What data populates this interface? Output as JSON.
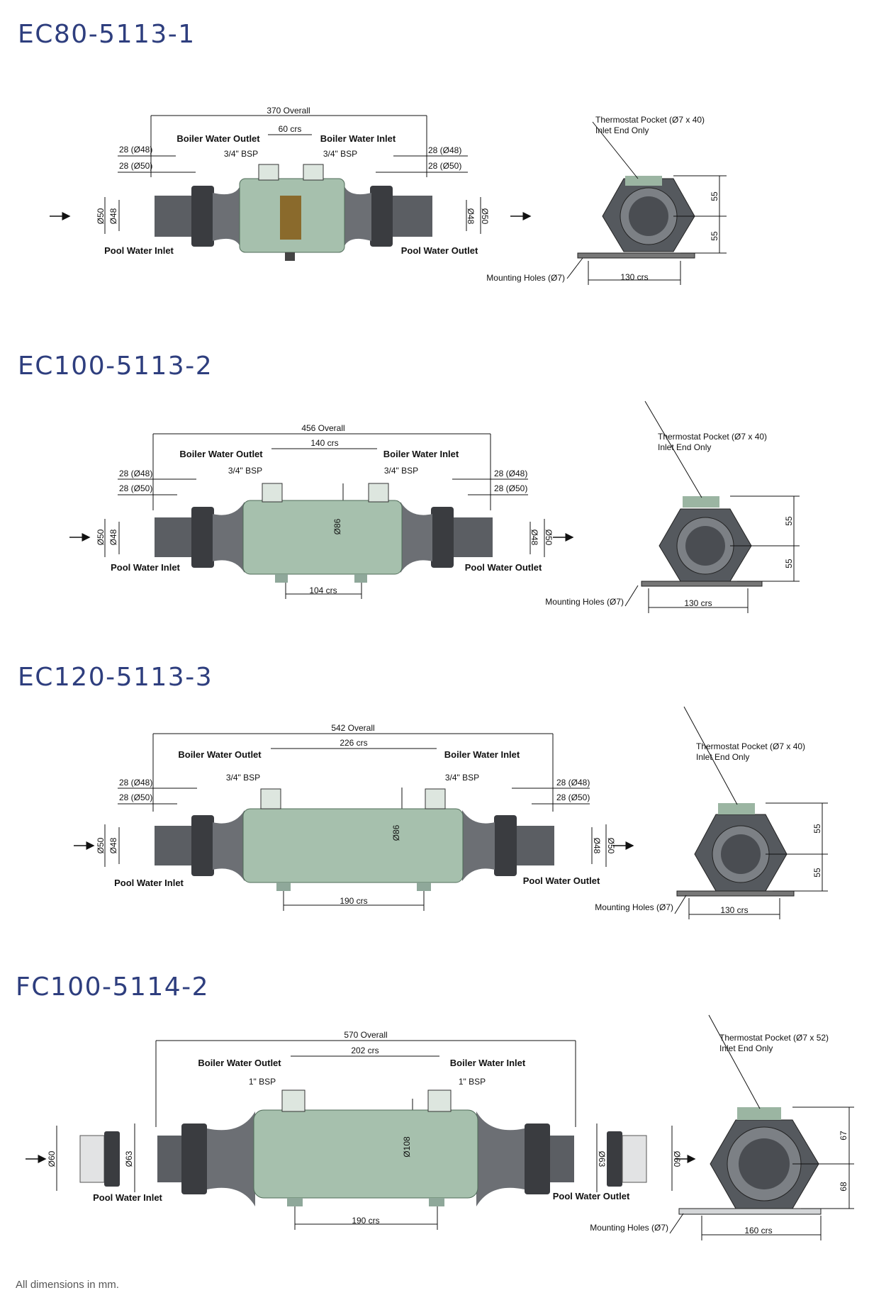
{
  "colors": {
    "title": "#2e3e7e",
    "body_green": "#a6c0ad",
    "pipe_grey": "#5b5e63",
    "dark": "#3a3c40"
  },
  "models": [
    {
      "title": "EC80-5113-1",
      "overall": "370 Overall",
      "crs": "60 crs",
      "boiler_outlet": "Boiler Water Outlet",
      "boiler_inlet": "Boiler Water Inlet",
      "bsp_left": "3/4\" BSP",
      "bsp_right": "3/4\" BSP",
      "d48_left": "28 (Ø48)",
      "d50_left": "28 (Ø50)",
      "d48_right": "28 (Ø48)",
      "d50_right": "28 (Ø50)",
      "dia_outer_l": "Ø50",
      "dia_inner_l": "Ø48",
      "dia_inner_r": "Ø48",
      "dia_outer_r": "Ø50",
      "body_dia": "",
      "foot_crs": "",
      "pool_inlet": "Pool Water Inlet",
      "pool_outlet": "Pool Water Outlet",
      "thermostat": "Thermostat Pocket (Ø7 x 40)",
      "inlet_end": "Inlet End Only",
      "mounting": "Mounting Holes (Ø7)",
      "base_crs": "130 crs",
      "h_top": "55",
      "h_bottom": "55"
    },
    {
      "title": "EC100-5113-2",
      "overall": "456 Overall",
      "crs": "140 crs",
      "boiler_outlet": "Boiler Water Outlet",
      "boiler_inlet": "Boiler Water Inlet",
      "bsp_left": "3/4\" BSP",
      "bsp_right": "3/4\" BSP",
      "d48_left": "28 (Ø48)",
      "d50_left": "28 (Ø50)",
      "d48_right": "28 (Ø48)",
      "d50_right": "28 (Ø50)",
      "dia_outer_l": "Ø50",
      "dia_inner_l": "Ø48",
      "dia_inner_r": "Ø48",
      "dia_outer_r": "Ø50",
      "body_dia": "Ø86",
      "foot_crs": "104 crs",
      "pool_inlet": "Pool Water Inlet",
      "pool_outlet": "Pool Water Outlet",
      "thermostat": "Thermostat Pocket (Ø7 x 40)",
      "inlet_end": "Inlet End Only",
      "mounting": "Mounting Holes (Ø7)",
      "base_crs": "130 crs",
      "h_top": "55",
      "h_bottom": "55"
    },
    {
      "title": "EC120-5113-3",
      "overall": "542 Overall",
      "crs": "226 crs",
      "boiler_outlet": "Boiler Water Outlet",
      "boiler_inlet": "Boiler Water Inlet",
      "bsp_left": "3/4\" BSP",
      "bsp_right": "3/4\" BSP",
      "d48_left": "28 (Ø48)",
      "d50_left": "28 (Ø50)",
      "d48_right": "28 (Ø48)",
      "d50_right": "28 (Ø50)",
      "dia_outer_l": "Ø50",
      "dia_inner_l": "Ø48",
      "dia_inner_r": "Ø48",
      "dia_outer_r": "Ø50",
      "body_dia": "Ø86",
      "foot_crs": "190 crs",
      "pool_inlet": "Pool Water Inlet",
      "pool_outlet": "Pool Water Outlet",
      "thermostat": "Thermostat Pocket (Ø7 x 40)",
      "inlet_end": "Inlet End Only",
      "mounting": "Mounting Holes (Ø7)",
      "base_crs": "130 crs",
      "h_top": "55",
      "h_bottom": "55"
    },
    {
      "title": "FC100-5114-2",
      "overall": "570 Overall",
      "crs": "202 crs",
      "boiler_outlet": "Boiler Water Outlet",
      "boiler_inlet": "Boiler Water Inlet",
      "bsp_left": "1\" BSP",
      "bsp_right": "1\" BSP",
      "d48_left": "",
      "d50_left": "",
      "d48_right": "",
      "d50_right": "",
      "dia_outer_l": "Ø60",
      "dia_inner_l": "Ø63",
      "dia_inner_r": "Ø63",
      "dia_outer_r": "Ø60",
      "body_dia": "Ø108",
      "foot_crs": "190 crs",
      "pool_inlet": "Pool Water Inlet",
      "pool_outlet": "Pool Water Outlet",
      "thermostat": "Thermostat Pocket (Ø7 x 52)",
      "inlet_end": "Inlet End Only",
      "mounting": "Mounting Holes (Ø7)",
      "base_crs": "160 crs",
      "h_top": "67",
      "h_bottom": "68"
    }
  ],
  "footer": "All dimensions in mm."
}
